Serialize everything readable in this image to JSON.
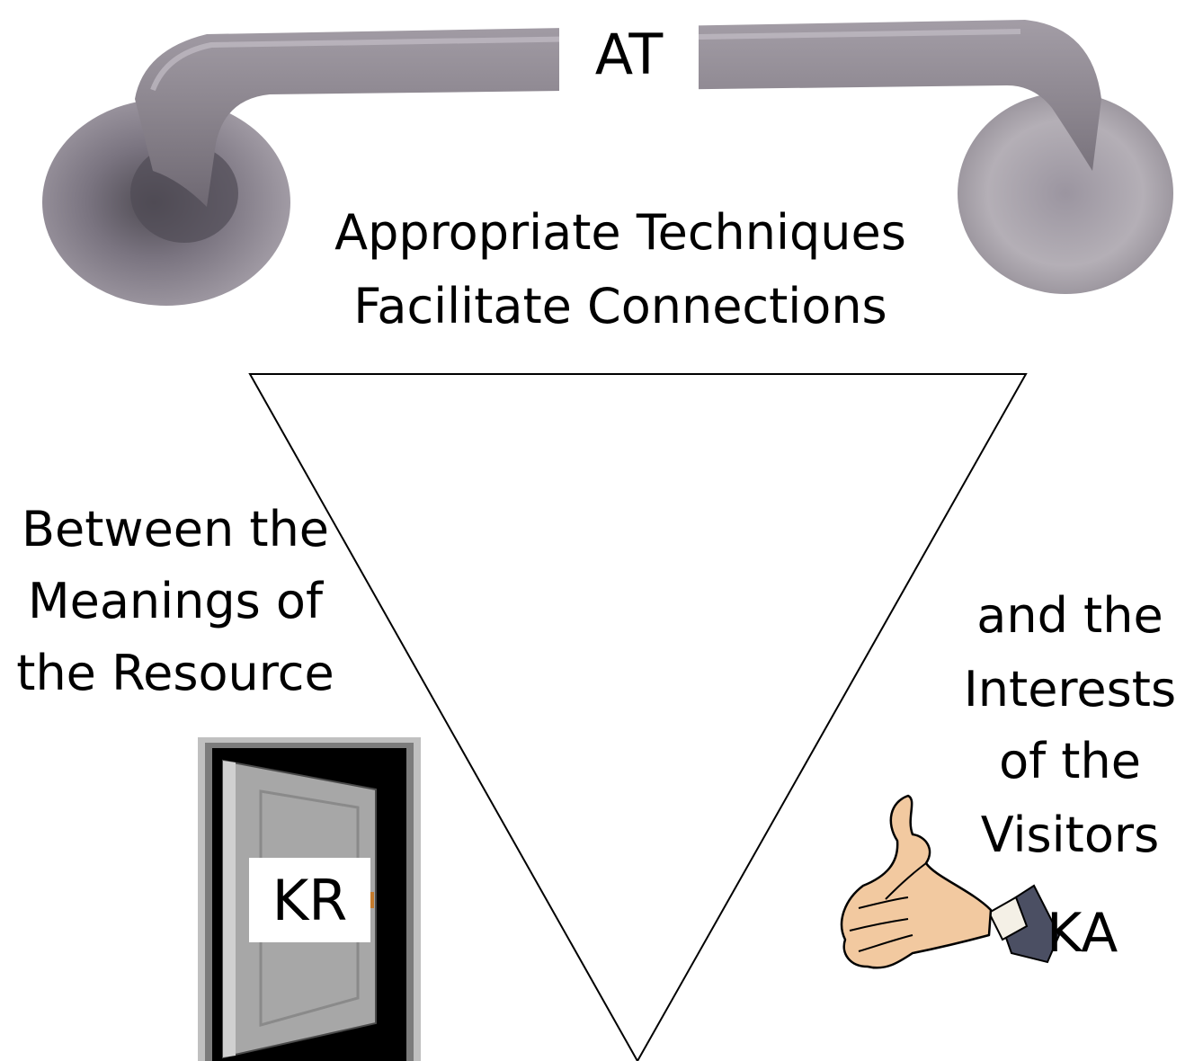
{
  "handle": {
    "tag": "AT",
    "line1": "Appropriate Techniques",
    "line2": "Facilitate Connections"
  },
  "left": {
    "line1": "Between the",
    "line2": "Meanings of",
    "line3": "the Resource",
    "tag": "KR"
  },
  "right": {
    "line1": "and the",
    "line2": "Interests",
    "line3": "of the",
    "line4": "Visitors",
    "tag": "KA"
  },
  "colors": {
    "metal": "#8e8891",
    "metal_dark": "#5f5a62",
    "door_frame": "#b8b8b8",
    "door": "#a9a9a9",
    "skin": "#f2c9a0",
    "sleeve": "#4a4e63"
  }
}
